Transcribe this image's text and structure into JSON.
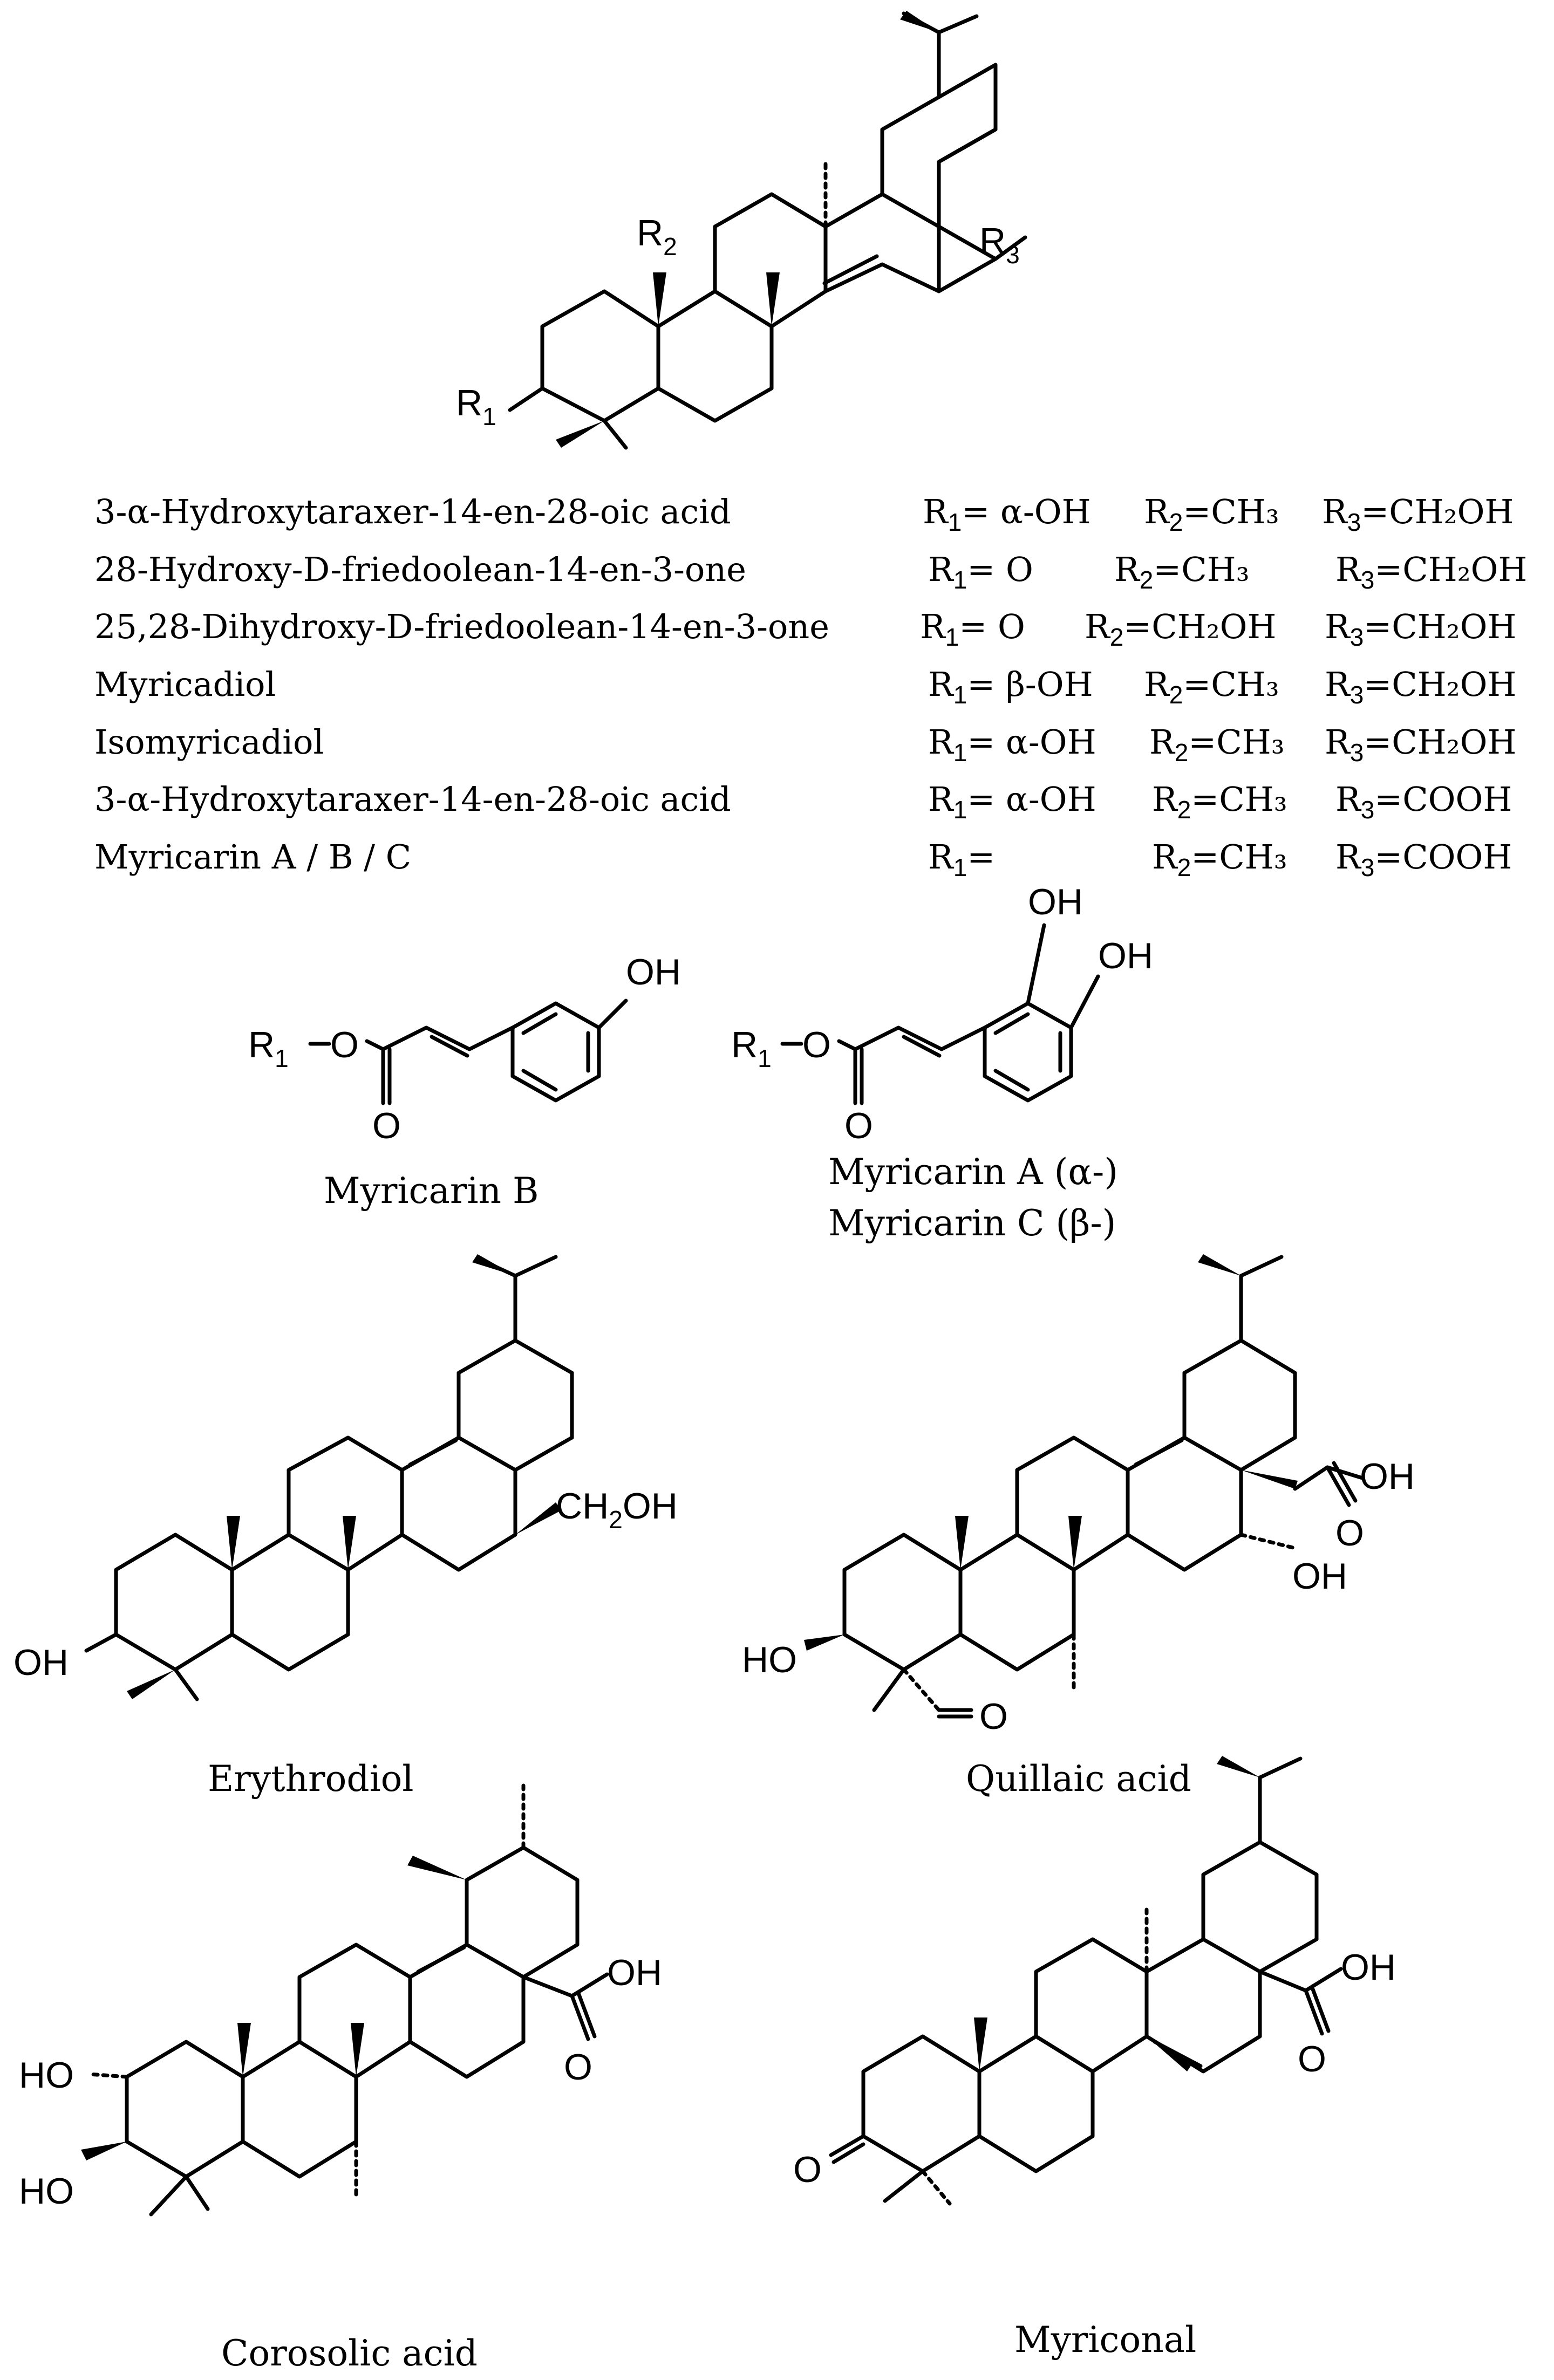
{
  "table": {
    "rows": [
      {
        "name": "3-α-Hydroxytaraxer-14-en-28-oic acid",
        "r1": "α-OH",
        "r2": "CH₃",
        "r3": "CH₂OH"
      },
      {
        "name": "28-Hydroxy-D-friedoolean-14-en-3-one",
        "r1": "O",
        "r2": "CH₃",
        "r3": "CH₂OH"
      },
      {
        "name": "25,28-Dihydroxy-D-friedoolean-14-en-3-one",
        "r1": "O",
        "r2": "CH₂OH",
        "r3": "CH₂OH"
      },
      {
        "name": "Myricadiol",
        "r1": "β-OH",
        "r2": "CH₃",
        "r3": "CH₂OH"
      },
      {
        "name": "Isomyricadiol",
        "r1": "α-OH",
        "r2": "CH₃",
        "r3": "CH₂OH"
      },
      {
        "name": "3-α-Hydroxytaraxer-14-en-28-oic acid",
        "r1": "α-OH",
        "r2": "CH₃",
        "r3": "COOH"
      },
      {
        "name": "Myricarin A / B / C",
        "r1": "",
        "r2": "CH₃",
        "r3": "COOH"
      }
    ]
  },
  "labels": {
    "r1": "R",
    "r1_sub": "1",
    "r2": "R",
    "r2_sub": "2",
    "r3": "R",
    "r3_sub": "3",
    "oh": "OH",
    "ho": "HO",
    "o": "O",
    "ch2oh": "CH₂OH",
    "ch2_main": "CH",
    "ch2_sub": "2",
    "ch2_tail": "OH"
  },
  "captions": {
    "myricarin_b": "Myricarin B",
    "myricarin_a": "Myricarin A (α-)",
    "myricarin_c": "Myricarin C (β-)",
    "erythrodiol": "Erythrodiol",
    "quillaic": "Quillaic acid",
    "corosolic": "Corosolic acid",
    "myriconal": "Myriconal"
  }
}
